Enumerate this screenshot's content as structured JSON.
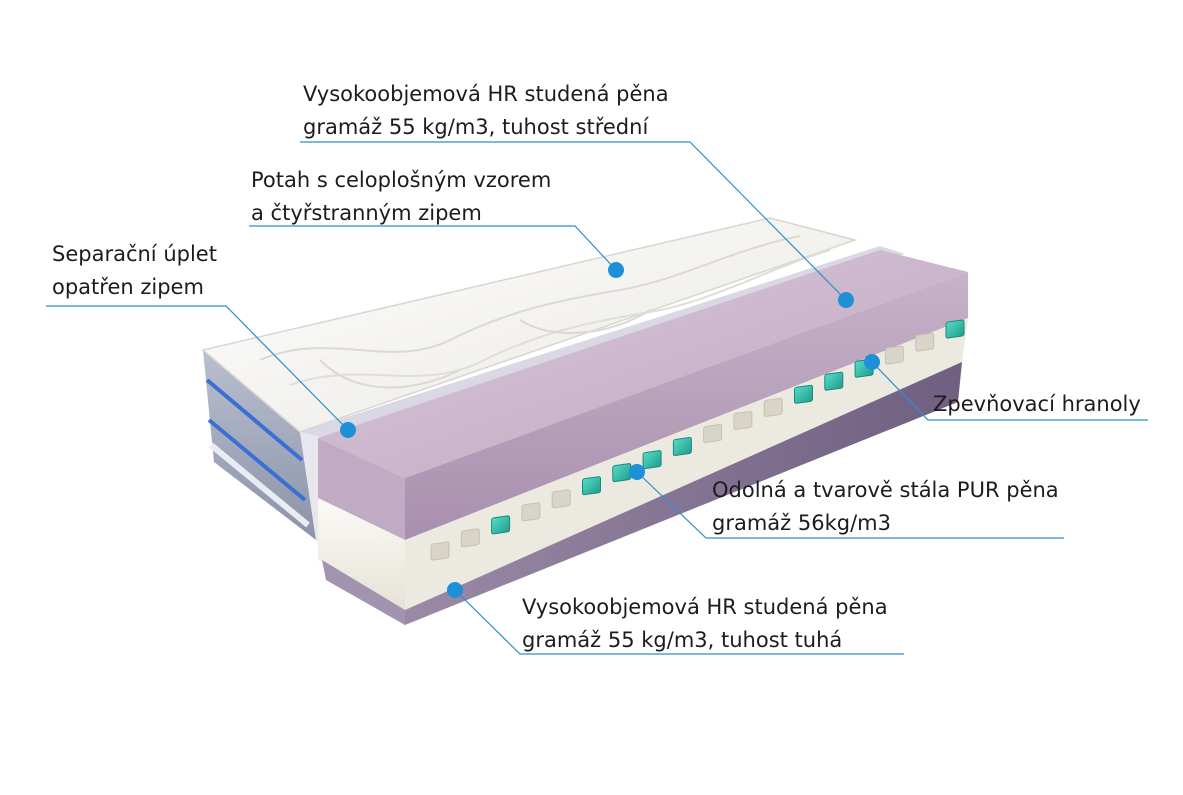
{
  "callouts": [
    {
      "line1": "Vysokoobjemová HR studená pěna",
      "line2": "gramáž 55 kg/m3, tuhost střední"
    },
    {
      "line1": "Potah s celoplošným vzorem",
      "line2": "a čtyřstranným zipem"
    },
    {
      "line1": "Separační úplet",
      "line2": "opatřen zipem"
    },
    {
      "line1": "Zpevňovací hranoly",
      "line2": ""
    },
    {
      "line1": "Odolná a tvarově stála PUR pěna",
      "line2": "gramáž 56kg/m3"
    },
    {
      "line1": "Vysokoobjemová HR studená pěna",
      "line2": "gramáž 55 kg/m3, tuhost tuhá"
    }
  ],
  "colors": {
    "accent": "#1e90d8",
    "leader": "#2a8fd0",
    "top_foam": "#cdb8cd",
    "bottom_foam": "#8b7b99",
    "core_foam": "#f7f5ef",
    "blocks": "#2fc1ad",
    "cover": "#f3f2ee"
  }
}
